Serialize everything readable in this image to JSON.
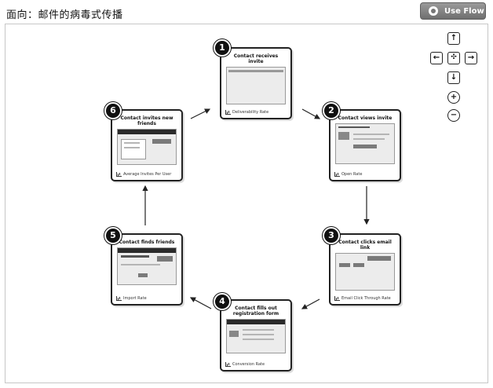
{
  "header": {
    "title": "面向：邮件的病毒式传播",
    "use_flow_label": "Use Flow"
  },
  "nodes": [
    {
      "number": "1",
      "title": "Contact receives invite",
      "metric": "Deliverability Rate"
    },
    {
      "number": "2",
      "title": "Contact views invite",
      "metric": "Open Rate"
    },
    {
      "number": "3",
      "title": "Contact clicks email link",
      "metric": "Email Click Through Rate"
    },
    {
      "number": "4",
      "title": "Contact fills out registration form",
      "metric": "Conversion Rate"
    },
    {
      "number": "5",
      "title": "Contact finds friends",
      "metric": "Import Rate"
    },
    {
      "number": "6",
      "title": "Contact invites new friends",
      "metric": "Average Invites Per User"
    }
  ],
  "controls": {
    "up": "↑",
    "left": "←",
    "center": "✣",
    "right": "→",
    "down": "↓",
    "zoom_in": "+",
    "zoom_out": "−"
  },
  "colors": {
    "frame_border": "#c7c7c7",
    "card_border": "#222222",
    "button_bg": "#7f7f7f"
  }
}
